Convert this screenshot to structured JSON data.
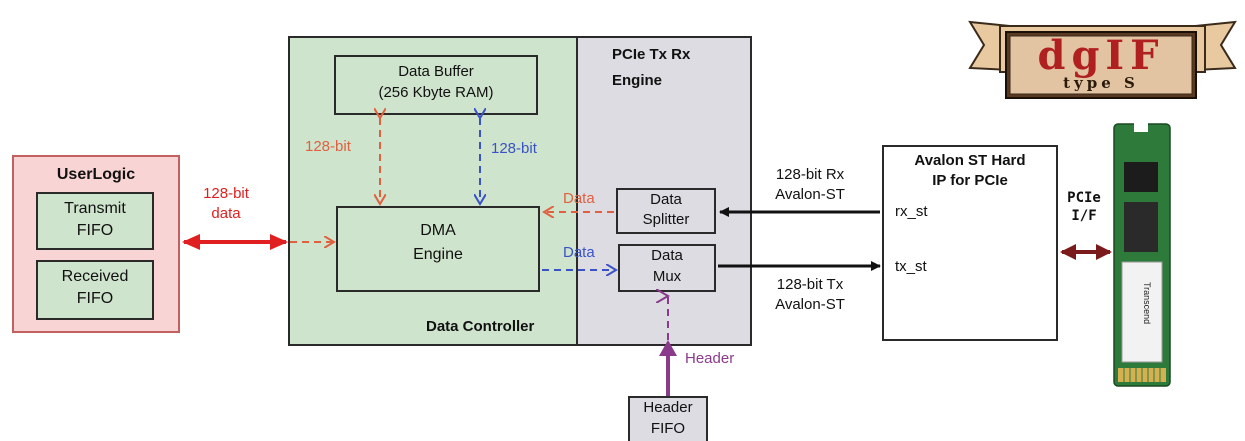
{
  "logo": {
    "title": "dgIF",
    "subtitle": "type S"
  },
  "user_logic": {
    "title": "UserLogic",
    "transmit_fifo": [
      "Transmit",
      "FIFO"
    ],
    "received_fifo": [
      "Received",
      "FIFO"
    ]
  },
  "user_link_label": [
    "128-bit",
    "data"
  ],
  "data_controller": {
    "title": "Data Controller",
    "data_buffer": [
      "Data Buffer",
      "(256 Kbyte RAM)"
    ],
    "dma_engine": [
      "DMA",
      "Engine"
    ],
    "bus_left_label": "128-bit",
    "bus_right_label": "128-bit"
  },
  "pcie_engine": {
    "title": [
      "PCIe Tx Rx",
      "Engine"
    ],
    "data_splitter": [
      "Data",
      "Splitter"
    ],
    "data_mux": [
      "Data",
      "Mux"
    ],
    "data_in_label": "Data",
    "data_out_label": "Data"
  },
  "header_fifo": [
    "Header",
    "FIFO"
  ],
  "header_label": "Header",
  "rx_link_label": [
    "128-bit Rx",
    "Avalon-ST"
  ],
  "tx_link_label": [
    "128-bit Tx",
    "Avalon-ST"
  ],
  "avalon": {
    "title": [
      "Avalon ST Hard",
      "IP for PCIe"
    ],
    "rx_port": "rx_st",
    "tx_port": "tx_st"
  },
  "pcie_if_label": [
    "PCIe",
    "I/F"
  ],
  "ssd": {
    "label": "Transcend"
  },
  "colors": {
    "user_logic_bg": "#f9d4d4",
    "controller_bg": "#cfe4cc",
    "fifo_bg": "#cfe4cc",
    "engine_bg": "#dcdce2",
    "red_arrow": "#e02020",
    "orange_dash": "#e06040",
    "blue_dash": "#3a52c8",
    "purple_dash": "#8a3a8a",
    "dark_red": "#7a1a1a",
    "logo_ribbon": "#e8c9a0",
    "logo_panel": "#3a2a1a",
    "logo_text": "#b02020",
    "ssd_green": "#2d7a3a"
  }
}
